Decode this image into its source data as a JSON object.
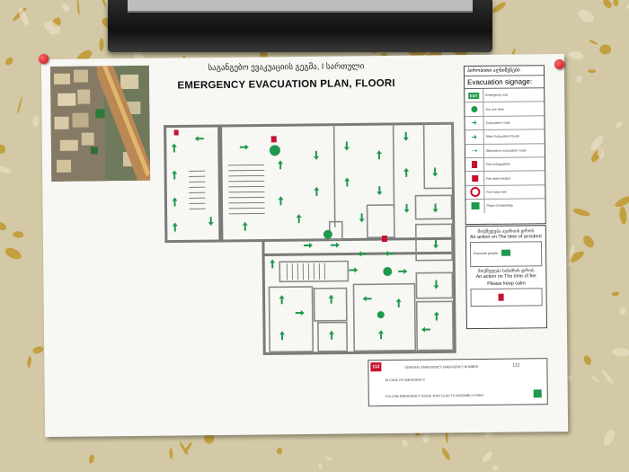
{
  "poster": {
    "title_ge": "საგანგებო ევაკუაციის გეგმა, I სართული",
    "title_en": "EMERGENCY EVACUATION PLAN, FLOORI"
  },
  "legend": {
    "header_ge": "პირობითი აღნიშვნები",
    "subtitle": "Evacuation signage:",
    "exit_label": "EXIT",
    "items": [
      "Emergency exit",
      "You are here",
      "Evacuation route",
      "Main Evacuation Route",
      "Alternative evacuation route",
      "Fire extinguisher",
      "Fire alarm button",
      "Fire hose reel",
      "Place of Assembly"
    ]
  },
  "actions": {
    "accident_ge": "მოქმედება ავარიის დროს",
    "accident_en": "An action on The time of accident",
    "fire_ge": "მოქმედება ხანძრის დროს",
    "fire_en": "An action on The time of fier",
    "calm": "Please keep calm",
    "evac_people": "Evacuate people"
  },
  "footer": {
    "badge": "112",
    "emergency_line": "GENERAL EMERGENCY EMERGENCY NUMBER",
    "number": "112",
    "assembly_line": "IN CASE OF EMERGENCY",
    "follow_line": "FOLLOW EMERGENCY SIGNS THAT LEAD TO ASSEMBLY POINT"
  },
  "colors": {
    "wall": "#cfc29c",
    "wall_gold": "#c9a43a",
    "poster": "#f7f7f4",
    "route_green": "#1f9a4c",
    "fire_red": "#c8102e",
    "wall_line": "#7a7a7a"
  }
}
